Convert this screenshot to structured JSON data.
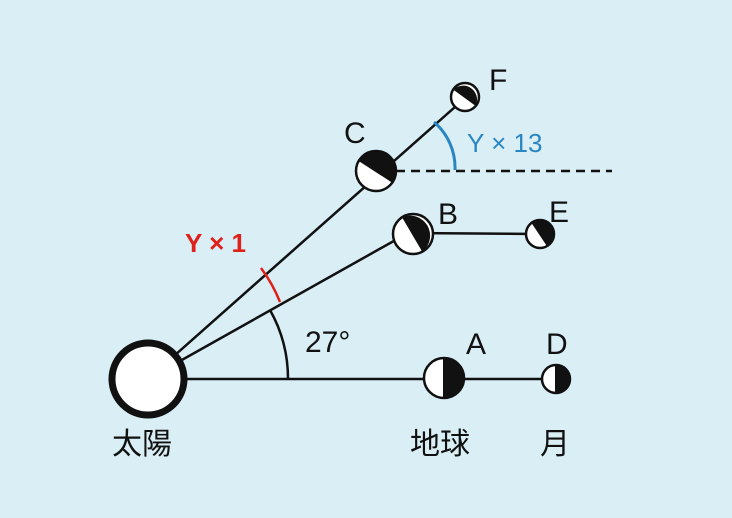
{
  "colors": {
    "background": "#d9eef5",
    "ink": "#111111",
    "angle_red": "#e0201a",
    "angle_blue": "#2a86c2"
  },
  "labels": {
    "sun": "太陽",
    "earth": "地球",
    "moon": "月",
    "A": "A",
    "B": "B",
    "C": "C",
    "D": "D",
    "E": "E",
    "F": "F",
    "angle_27": "27°",
    "angle_y1": "Y × 1",
    "angle_y13": "Y × 13"
  }
}
